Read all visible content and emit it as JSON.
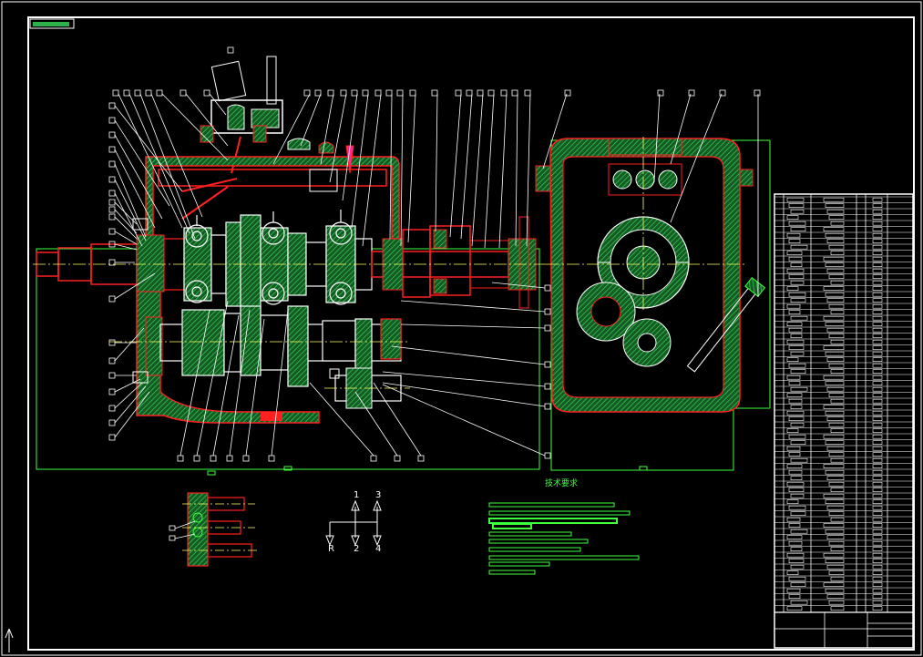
{
  "drawing": {
    "colors": {
      "background": "#000000",
      "frame": "#ffffff",
      "section": "#ff2020",
      "hatch": "#2db24a",
      "dim": "#3cff3c",
      "callout": "#ffffff",
      "centerline": "#ffff66"
    },
    "shift_pattern": {
      "gear_1": "1",
      "gear_2": "2",
      "gear_3": "3",
      "gear_4": "4",
      "reverse": "R"
    },
    "technical_requirements": {
      "title": "技术要求"
    },
    "icons": {
      "datum": "arrow-up-icon"
    }
  }
}
